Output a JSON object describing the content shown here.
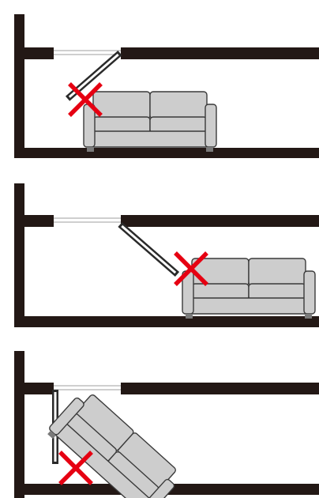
{
  "colors": {
    "wall": "#231815",
    "sofa_fill": "#cdcdcd",
    "sofa_stroke": "#3a3a3a",
    "sofa_leg": "#7a7a7a",
    "cross": "#e60012",
    "hatch_frame": "#2a2a2a",
    "hatch_inner": "#ffffff",
    "rail": "#bfbfbf",
    "background": "#ffffff"
  },
  "panels": [
    {
      "id": "hatch-hits-sofa-top",
      "hatch_state": "open-upward",
      "sofa_state": "under-opening",
      "verdict": "prohibited"
    },
    {
      "id": "hatch-hits-sofa-side",
      "hatch_state": "open-downward",
      "sofa_state": "beside-opening",
      "verdict": "prohibited"
    },
    {
      "id": "sofa-leaning-through-opening",
      "hatch_state": "hanging-vertical",
      "sofa_state": "tilted-through-opening",
      "verdict": "prohibited"
    }
  ],
  "icons": {
    "wall": "wall-outline",
    "sofa": "sofa-icon",
    "hatch": "hatch-door-icon",
    "cross": "x-mark-icon"
  }
}
